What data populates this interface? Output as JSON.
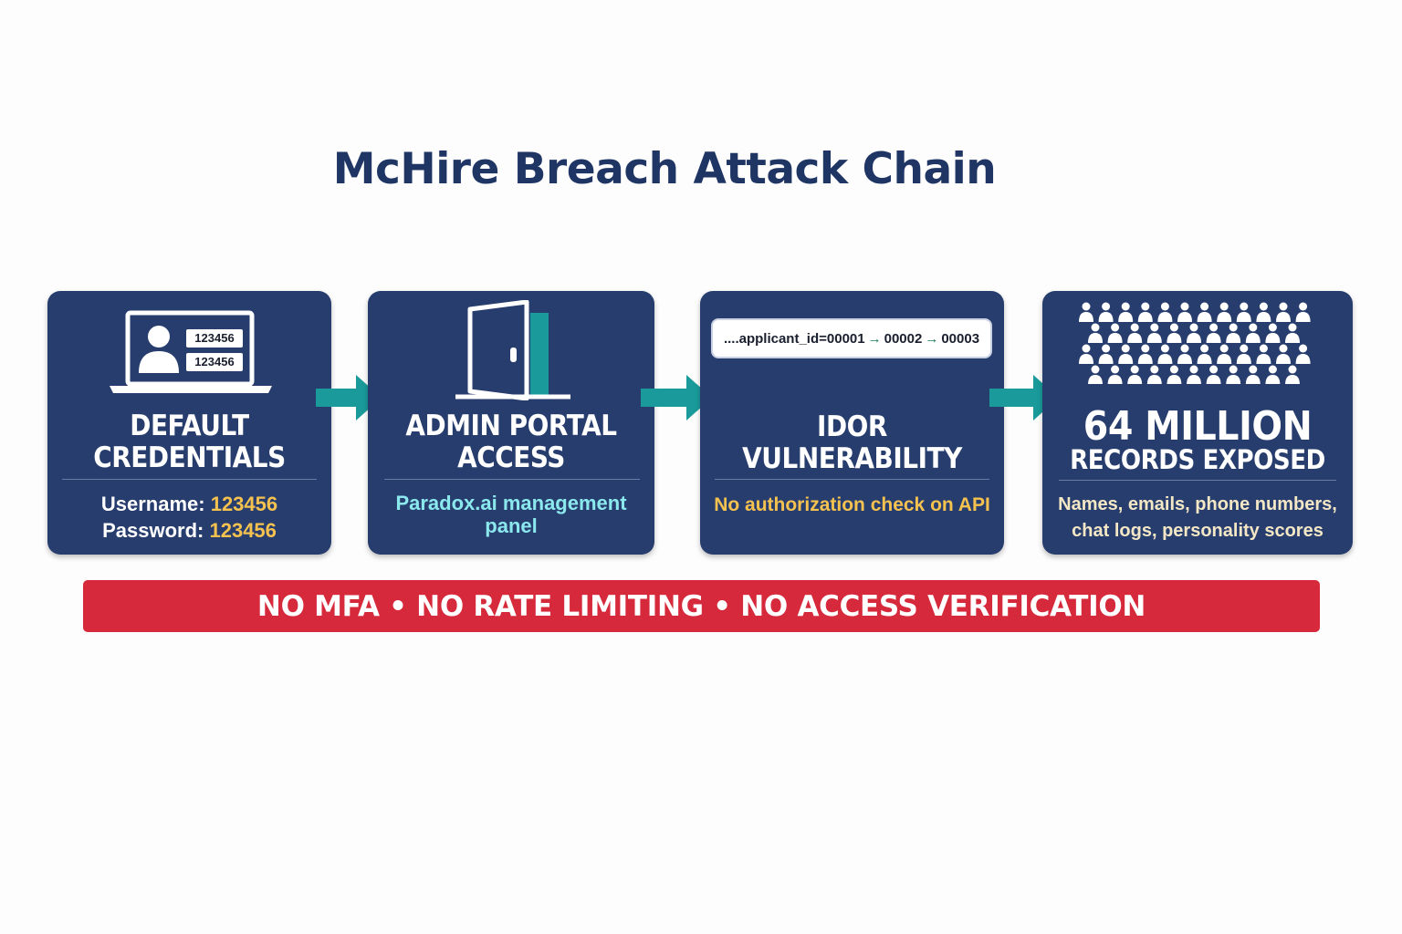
{
  "title": "McHire Breach Attack Chain",
  "steps": [
    {
      "icon": "laptop-user-icon",
      "icon_fields": [
        "123456",
        "123456"
      ],
      "title_lines": [
        "DEFAULT",
        "CREDENTIALS"
      ],
      "username_label": "Username:",
      "username_value": "123456",
      "password_label": "Password:",
      "password_value": "123456"
    },
    {
      "icon": "open-door-icon",
      "title_lines": [
        "ADMIN PORTAL",
        "ACCESS"
      ],
      "sub_lines": [
        "Paradox.ai management",
        "panel"
      ]
    },
    {
      "icon": "url-bar",
      "code_prefix": "....applicant_id=00001",
      "code_mid": "00002",
      "code_end": "00003",
      "code_arrow": "→",
      "title_lines": [
        "IDOR VULNERABILITY"
      ],
      "sub_lines": [
        "No authorization check on API"
      ]
    },
    {
      "icon": "crowd-icon",
      "title_lines": [
        "64 MILLION",
        "RECORDS EXPOSED"
      ],
      "sub_lines": [
        "Names, emails, phone numbers,",
        "chat logs, personality scores"
      ]
    }
  ],
  "banner": "NO MFA • NO RATE LIMITING • NO ACCESS VERIFICATION",
  "colors": {
    "title": "#1f3564",
    "card": "#273d6e",
    "arrow": "#1a9a9a",
    "banner": "#d6293b",
    "highlight_yellow": "#f6c24f",
    "highlight_cyan": "#8be9ee"
  }
}
